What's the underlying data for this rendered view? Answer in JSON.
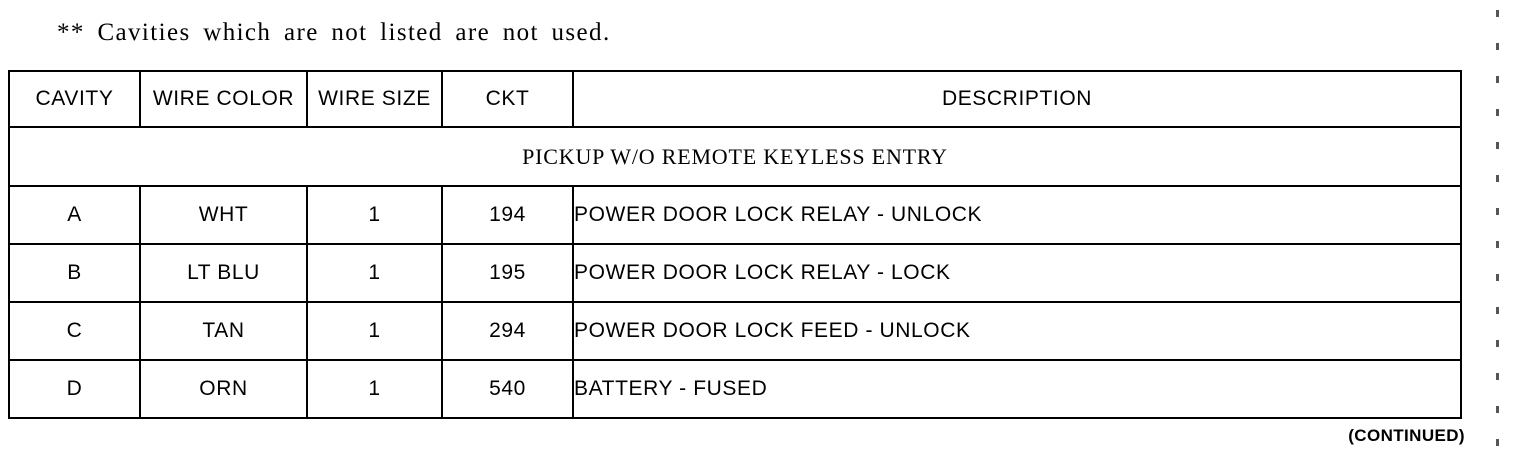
{
  "note": "** Cavities which are not listed are not used.",
  "table": {
    "columns": [
      {
        "key": "cavity",
        "label": "CAVITY"
      },
      {
        "key": "wire_color",
        "label": "WIRE COLOR"
      },
      {
        "key": "wire_size",
        "label": "WIRE SIZE"
      },
      {
        "key": "ckt",
        "label": "CKT"
      },
      {
        "key": "description",
        "label": "DESCRIPTION"
      }
    ],
    "section_title": "PICKUP W/O REMOTE KEYLESS ENTRY",
    "rows": [
      {
        "cavity": "A",
        "wire_color": "WHT",
        "wire_size": "1",
        "ckt": "194",
        "description": "POWER DOOR LOCK RELAY - UNLOCK"
      },
      {
        "cavity": "B",
        "wire_color": "LT BLU",
        "wire_size": "1",
        "ckt": "195",
        "description": "POWER DOOR LOCK RELAY - LOCK"
      },
      {
        "cavity": "C",
        "wire_color": "TAN",
        "wire_size": "1",
        "ckt": "294",
        "description": "POWER DOOR LOCK FEED - UNLOCK"
      },
      {
        "cavity": "D",
        "wire_color": "ORN",
        "wire_size": "1",
        "ckt": "540",
        "description": "BATTERY - FUSED"
      }
    ]
  },
  "footer": {
    "continued_label": "(CONTINUED)"
  },
  "colors": {
    "ink": "#000000",
    "page": "#ffffff"
  }
}
